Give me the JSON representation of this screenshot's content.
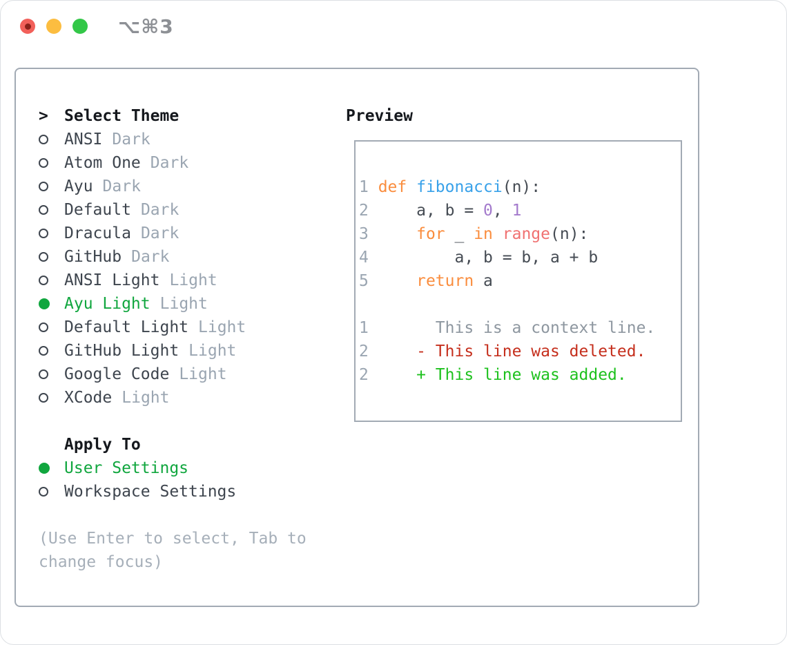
{
  "window": {
    "shortcut": "⌥⌘3"
  },
  "traffic_lights": {
    "close": {
      "color": "#f2605a",
      "dot_color": "#8b211a"
    },
    "minimize": {
      "color": "#fcbd40"
    },
    "zoom": {
      "color": "#33c748"
    }
  },
  "ui_colors": {
    "window_border": "#dcdfe3",
    "panel_border": "#a2aab4",
    "heading_text": "#15181d",
    "item_text": "#3e454e",
    "variant_text": "#9aa5b1",
    "selected_green": "#10a63e",
    "help_text": "#a6afb9",
    "shortcut_text": "#8d9095",
    "radio_ring": "#3e454e"
  },
  "theme_picker": {
    "prompt": ">",
    "title": "Select Theme",
    "themes": [
      {
        "name": "ANSI",
        "variant": "Dark",
        "selected": false
      },
      {
        "name": "Atom One",
        "variant": "Dark",
        "selected": false
      },
      {
        "name": "Ayu",
        "variant": "Dark",
        "selected": false
      },
      {
        "name": "Default",
        "variant": "Dark",
        "selected": false
      },
      {
        "name": "Dracula",
        "variant": "Dark",
        "selected": false
      },
      {
        "name": "GitHub",
        "variant": "Dark",
        "selected": false
      },
      {
        "name": "ANSI Light",
        "variant": "Light",
        "selected": false
      },
      {
        "name": "Ayu Light",
        "variant": "Light",
        "selected": true
      },
      {
        "name": "Default Light",
        "variant": "Light",
        "selected": false
      },
      {
        "name": "GitHub Light",
        "variant": "Light",
        "selected": false
      },
      {
        "name": "Google Code",
        "variant": "Light",
        "selected": false
      },
      {
        "name": "XCode",
        "variant": "Light",
        "selected": false
      }
    ],
    "apply_to_title": "Apply To",
    "apply_options": [
      {
        "name": "User Settings",
        "selected": true
      },
      {
        "name": "Workspace Settings",
        "selected": false
      }
    ],
    "help_lines": [
      "(Use Enter to select, Tab to",
      "change focus)"
    ]
  },
  "preview": {
    "title": "Preview",
    "token_colors": {
      "ln": "#9aa5b1",
      "fg": "#454b53",
      "kw": "#fa8d3e",
      "fn": "#38a1e9",
      "num": "#a37acc",
      "markup": "#f07171",
      "ctx": "#8e97a0",
      "del": "#c52f1d",
      "add": "#1ec11e"
    },
    "code_lines": [
      [
        [
          "1 ",
          "ln"
        ],
        [
          "def ",
          "kw"
        ],
        [
          "fibonacci",
          "fn"
        ],
        [
          "(n):",
          "fg"
        ]
      ],
      [
        [
          "2 ",
          "ln"
        ],
        [
          "    a, b = ",
          "fg"
        ],
        [
          "0",
          "num"
        ],
        [
          ", ",
          "fg"
        ],
        [
          "1",
          "num"
        ]
      ],
      [
        [
          "3 ",
          "ln"
        ],
        [
          "    ",
          "fg"
        ],
        [
          "for",
          "kw"
        ],
        [
          " _ ",
          "fg"
        ],
        [
          "in",
          "kw"
        ],
        [
          " ",
          "fg"
        ],
        [
          "range",
          "markup"
        ],
        [
          "(n):",
          "fg"
        ]
      ],
      [
        [
          "4 ",
          "ln"
        ],
        [
          "        a, b = b, a + b",
          "fg"
        ]
      ],
      [
        [
          "5 ",
          "ln"
        ],
        [
          "    ",
          "fg"
        ],
        [
          "return",
          "kw"
        ],
        [
          " a",
          "fg"
        ]
      ],
      [],
      [
        [
          "1       ",
          "ln"
        ],
        [
          "This is a context line.",
          "ctx"
        ]
      ],
      [
        [
          "2     ",
          "ln"
        ],
        [
          "- This line was deleted.",
          "del"
        ]
      ],
      [
        [
          "2     ",
          "ln"
        ],
        [
          "+ This line was added.",
          "add"
        ]
      ]
    ]
  }
}
